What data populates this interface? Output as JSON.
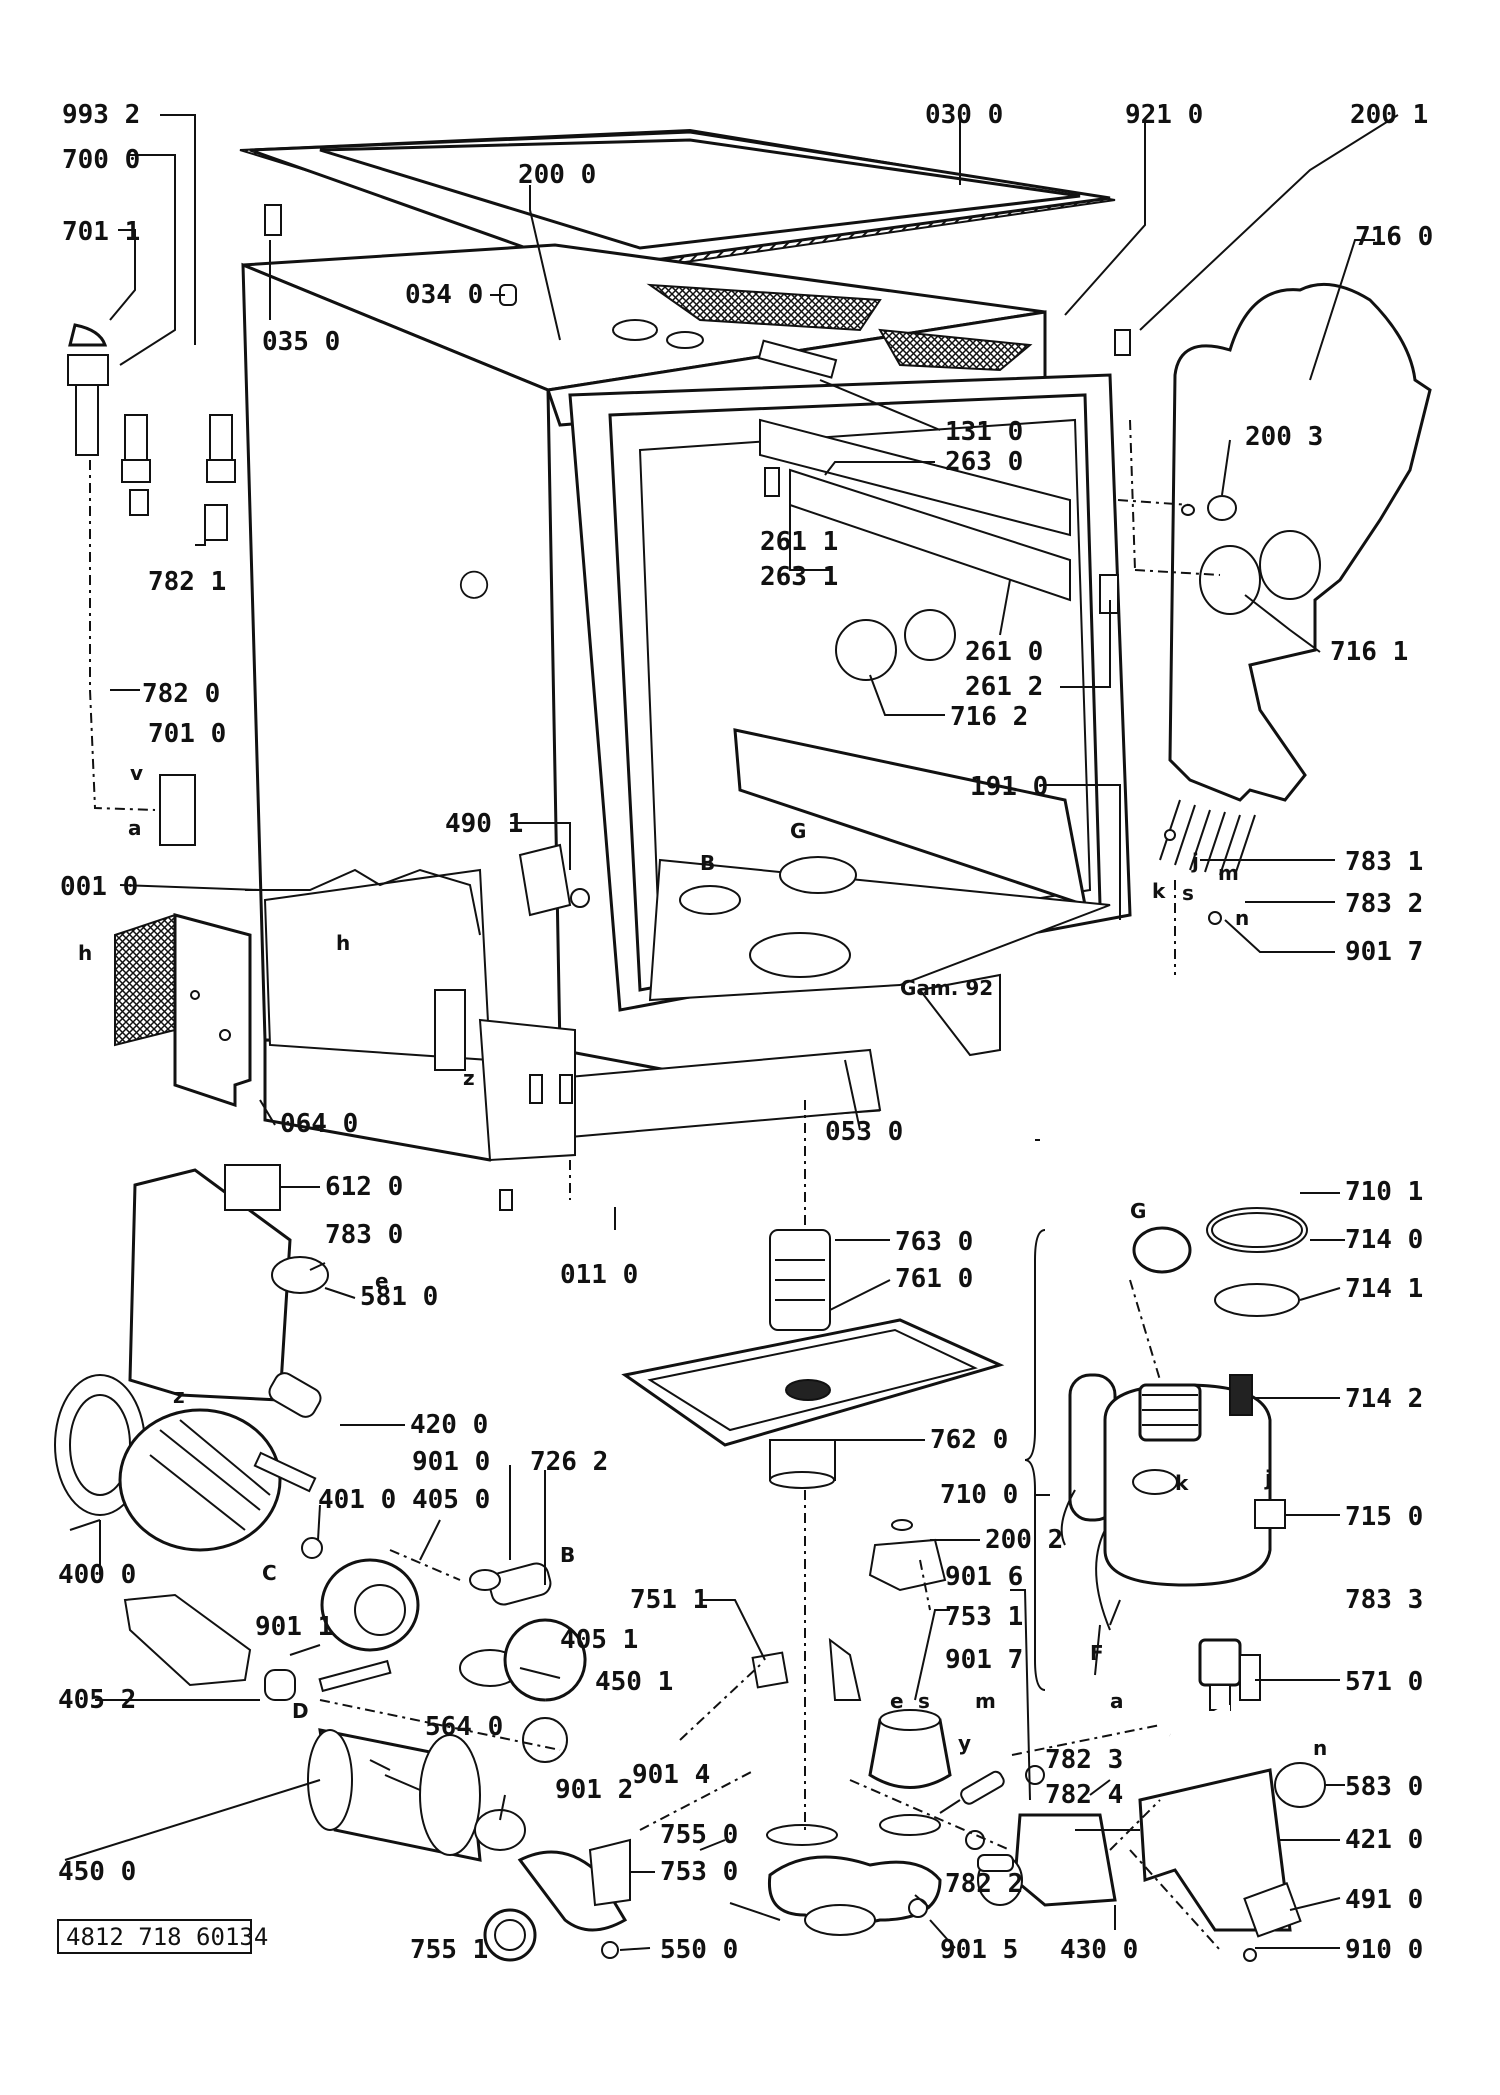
{
  "document_number": "4812 718 60134",
  "stamp": "Gam. 92",
  "letters": {
    "a1": "a",
    "v": "v",
    "h1": "h",
    "h2": "h",
    "z1": "z",
    "z2": "z",
    "B1": "B",
    "B2": "B",
    "G1": "G",
    "G2": "G",
    "C": "C",
    "D": "D",
    "e1": "e",
    "e2": "e",
    "s1": "s",
    "s2": "s",
    "m1": "m",
    "m2": "m",
    "y": "y",
    "a2": "a",
    "n1": "n",
    "n2": "n",
    "k1": "k",
    "k2": "k",
    "j1": "j",
    "j2": "j",
    "F": "F"
  },
  "labels": {
    "p993_2": "993 2",
    "p700_0": "700 0",
    "p701_1": "701 1",
    "p030_0": "030 0",
    "p921_0": "921 0",
    "p200_1": "200 1",
    "p200_0": "200 0",
    "p716_0": "716 0",
    "p034_0": "034 0",
    "p035_0": "035 0",
    "p131_0": "131 0",
    "p263_0": "263 0",
    "p200_3": "200 3",
    "p261_1": "261 1",
    "p263_1": "263 1",
    "p782_1": "782 1",
    "p716_1": "716 1",
    "p261_0": "261 0",
    "p261_2": "261 2",
    "p782_0": "782 0",
    "p716_2": "716 2",
    "p701_0": "701 0",
    "p191_0": "191 0",
    "p490_1": "490 1",
    "p783_1": "783 1",
    "p001_0": "001 0",
    "p783_2": "783 2",
    "p901_7a": "901 7",
    "p064_0": "064 0",
    "p053_0": "053 0",
    "p612_0": "612 0",
    "p783_0": "783 0",
    "p011_0": "011 0",
    "p581_0": "581 0",
    "p763_0": "763 0",
    "p710_1": "710 1",
    "p761_0": "761 0",
    "p714_0": "714 0",
    "p714_1": "714 1",
    "p420_0": "420 0",
    "p714_2": "714 2",
    "p762_0": "762 0",
    "p901_0": "901 0",
    "p726_2": "726 2",
    "p401_0": "401 0",
    "p405_0": "405 0",
    "p710_0": "710 0",
    "p715_0": "715 0",
    "p400_0": "400 0",
    "p200_2": "200 2",
    "p901_6": "901 6",
    "p783_3": "783 3",
    "p751_1": "751 1",
    "p753_1": "753 1",
    "p901_1": "901 1",
    "p405_1": "405 1",
    "p901_7b": "901 7",
    "p571_0": "571 0",
    "p405_2": "405 2",
    "p450_1": "450 1",
    "p564_0": "564 0",
    "p782_3": "782 3",
    "p901_4": "901 4",
    "p901_2": "901 2",
    "p782_4": "782 4",
    "p583_0": "583 0",
    "p755_0": "755 0",
    "p421_0": "421 0",
    "p450_0": "450 0",
    "p753_0": "753 0",
    "p782_2": "782 2",
    "p491_0": "491 0",
    "p755_1": "755 1",
    "p550_0": "550 0",
    "p901_5": "901 5",
    "p430_0": "430 0",
    "p910_0": "910 0"
  }
}
